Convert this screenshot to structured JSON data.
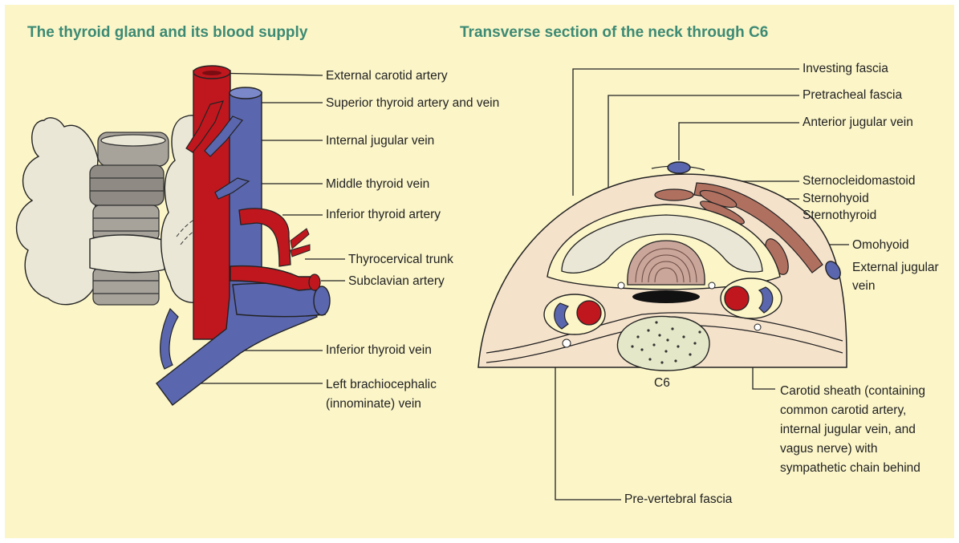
{
  "left_panel": {
    "title": "The thyroid gland and its blood supply",
    "labels": {
      "external_carotid_artery": "External carotid artery",
      "superior_thyroid": "Superior thyroid artery and vein",
      "internal_jugular_vein": "Internal jugular vein",
      "middle_thyroid_vein": "Middle thyroid vein",
      "inferior_thyroid_artery": "Inferior thyroid artery",
      "thyrocervical_trunk": "Thyrocervical trunk",
      "subclavian_artery": "Subclavian artery",
      "inferior_thyroid_vein": "Inferior thyroid vein",
      "brachiocephalic_1": "Left brachiocephalic",
      "brachiocephalic_2": "(innominate) vein"
    }
  },
  "right_panel": {
    "title": "Transverse section of the neck through C6",
    "vertebra_label": "C6",
    "labels": {
      "investing_fascia": "Investing fascia",
      "pretracheal_fascia": "Pretracheal fascia",
      "anterior_jugular_vein": "Anterior jugular vein",
      "sternocleidomastoid": "Sternocleidomastoid",
      "sternohyoid": "Sternohyoid",
      "sternothyroid": "Sternothyroid",
      "omohyoid": "Omohyoid",
      "external_jugular_1": "External jugular",
      "external_jugular_2": "vein",
      "carotid_1": "Carotid sheath (containing",
      "carotid_2": "common carotid artery,",
      "carotid_3": "internal jugular vein, and",
      "carotid_4": "vagus nerve) with",
      "carotid_5": "sympathetic chain behind",
      "prevertebral_fascia": "Pre-vertebral fascia"
    }
  },
  "colors": {
    "background": "#fbf5c8",
    "title": "#3d8a74",
    "artery": "#c0171e",
    "vein": "#5a66ad",
    "gland": "#eae7d6",
    "muscle": "#b07060",
    "cartilage": "#a7a39b",
    "skin": "#f5e2cb"
  }
}
